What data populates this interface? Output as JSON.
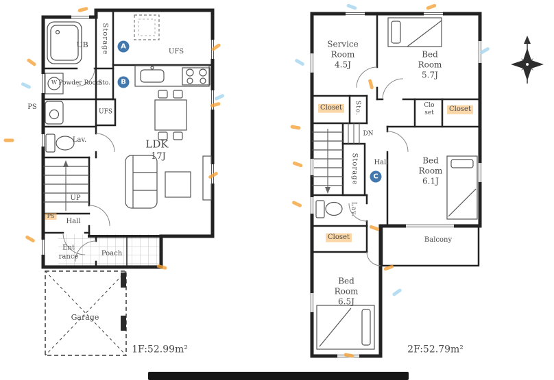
{
  "floor1": {
    "labels": {
      "ub": "UB",
      "storage": "Storage",
      "ufs_top": "UFS",
      "powder_w": "W",
      "powder": "Powder Room",
      "sto": "Sto.",
      "ps_left": "PS",
      "ufs_mid": "UFS",
      "lav": "Lav.",
      "ldk": "LDK",
      "ldk_size": "17J",
      "up": "UP",
      "ps_stairs": "PS",
      "hall": "Hall",
      "entrance": [
        "Ent",
        "rance"
      ],
      "poach": "Poach",
      "garage": "Garage"
    },
    "markers": {
      "a": "A",
      "b": "B"
    },
    "area": "1F:52.99m²"
  },
  "floor2": {
    "labels": {
      "service": [
        "Service",
        "Room",
        "4.5J"
      ],
      "bed1": [
        "Bed",
        "Room",
        "5.7J"
      ],
      "closet1": "Closet",
      "sto": "Sto.",
      "closet2": [
        "Clo",
        "set"
      ],
      "closet3": "Closet",
      "dn": "DN",
      "storage": "Storage",
      "hall": "Hall",
      "bed2": [
        "Bed",
        "Room",
        "6.1J"
      ],
      "lav": "Lav.",
      "closet4": "Closet",
      "balcony": "Balcony",
      "bed3": [
        "Bed",
        "Room",
        "6.5J"
      ]
    },
    "markers": {
      "c": "C"
    },
    "area": "2F:52.79m²"
  },
  "colors": {
    "marker_circle": "#4278ad",
    "highlight_orange": "#f5a33b",
    "highlight_blue": "#a4d4ee",
    "wall": "#222222"
  },
  "icons": {
    "compass": "compass-rose-north-arrow"
  }
}
